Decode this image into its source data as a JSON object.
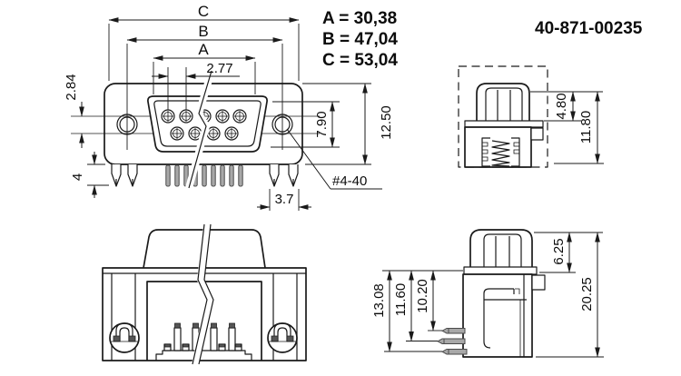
{
  "part_number": "40-871-00235",
  "legend": {
    "line_a": "A = 30,38",
    "line_b": "B = 47,04",
    "line_c": "C = 53,04"
  },
  "front_view": {
    "dim_c": "C",
    "dim_b": "B",
    "dim_a": "A",
    "pin_pitch": "2.77",
    "row_spacing": "2.84",
    "face_height": "7.90",
    "body_height": "12.50",
    "leg_length": "4",
    "leg_width": "3.7",
    "thread_callout": "#4-40"
  },
  "side_view_top": {
    "nut_height": "4.80",
    "overall_height": "11.80"
  },
  "side_view_bottom": {
    "nut_height": "6.25",
    "overall_height": "20.25",
    "pin_depth_1": "13.08",
    "pin_depth_2": "11.60",
    "pin_depth_3": "10.20"
  },
  "colors": {
    "line": "#1a1a1a",
    "pin_fill": "#a8a8a8",
    "background": "#ffffff"
  }
}
